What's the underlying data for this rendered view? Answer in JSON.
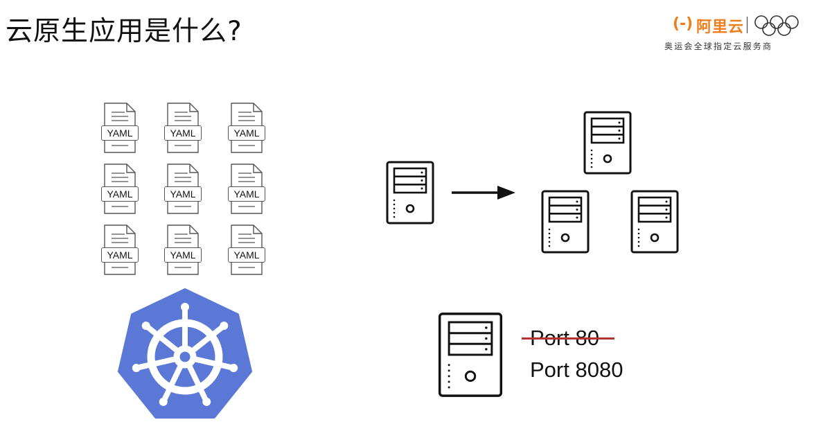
{
  "slide": {
    "title": "云原生应用是什么?"
  },
  "brand": {
    "logo_mark": "(-)",
    "name": "阿里云",
    "tagline": "奥运会全球指定云服务商",
    "accent_color": "#ef7d1a"
  },
  "yaml_files": {
    "label": "YAML",
    "rows": 3,
    "cols": 3
  },
  "kubernetes_logo": {
    "icon": "kubernetes-helm-icon",
    "color": "#5b78d6"
  },
  "scaling_diagram": {
    "source_icon": "server-icon",
    "arrow_icon": "arrow-right-icon",
    "target_icons": [
      "server-icon",
      "server-icon",
      "server-icon"
    ]
  },
  "port_change": {
    "old_port": "Port 80",
    "new_port": "Port 8080",
    "strike_color": "#b3332e"
  }
}
